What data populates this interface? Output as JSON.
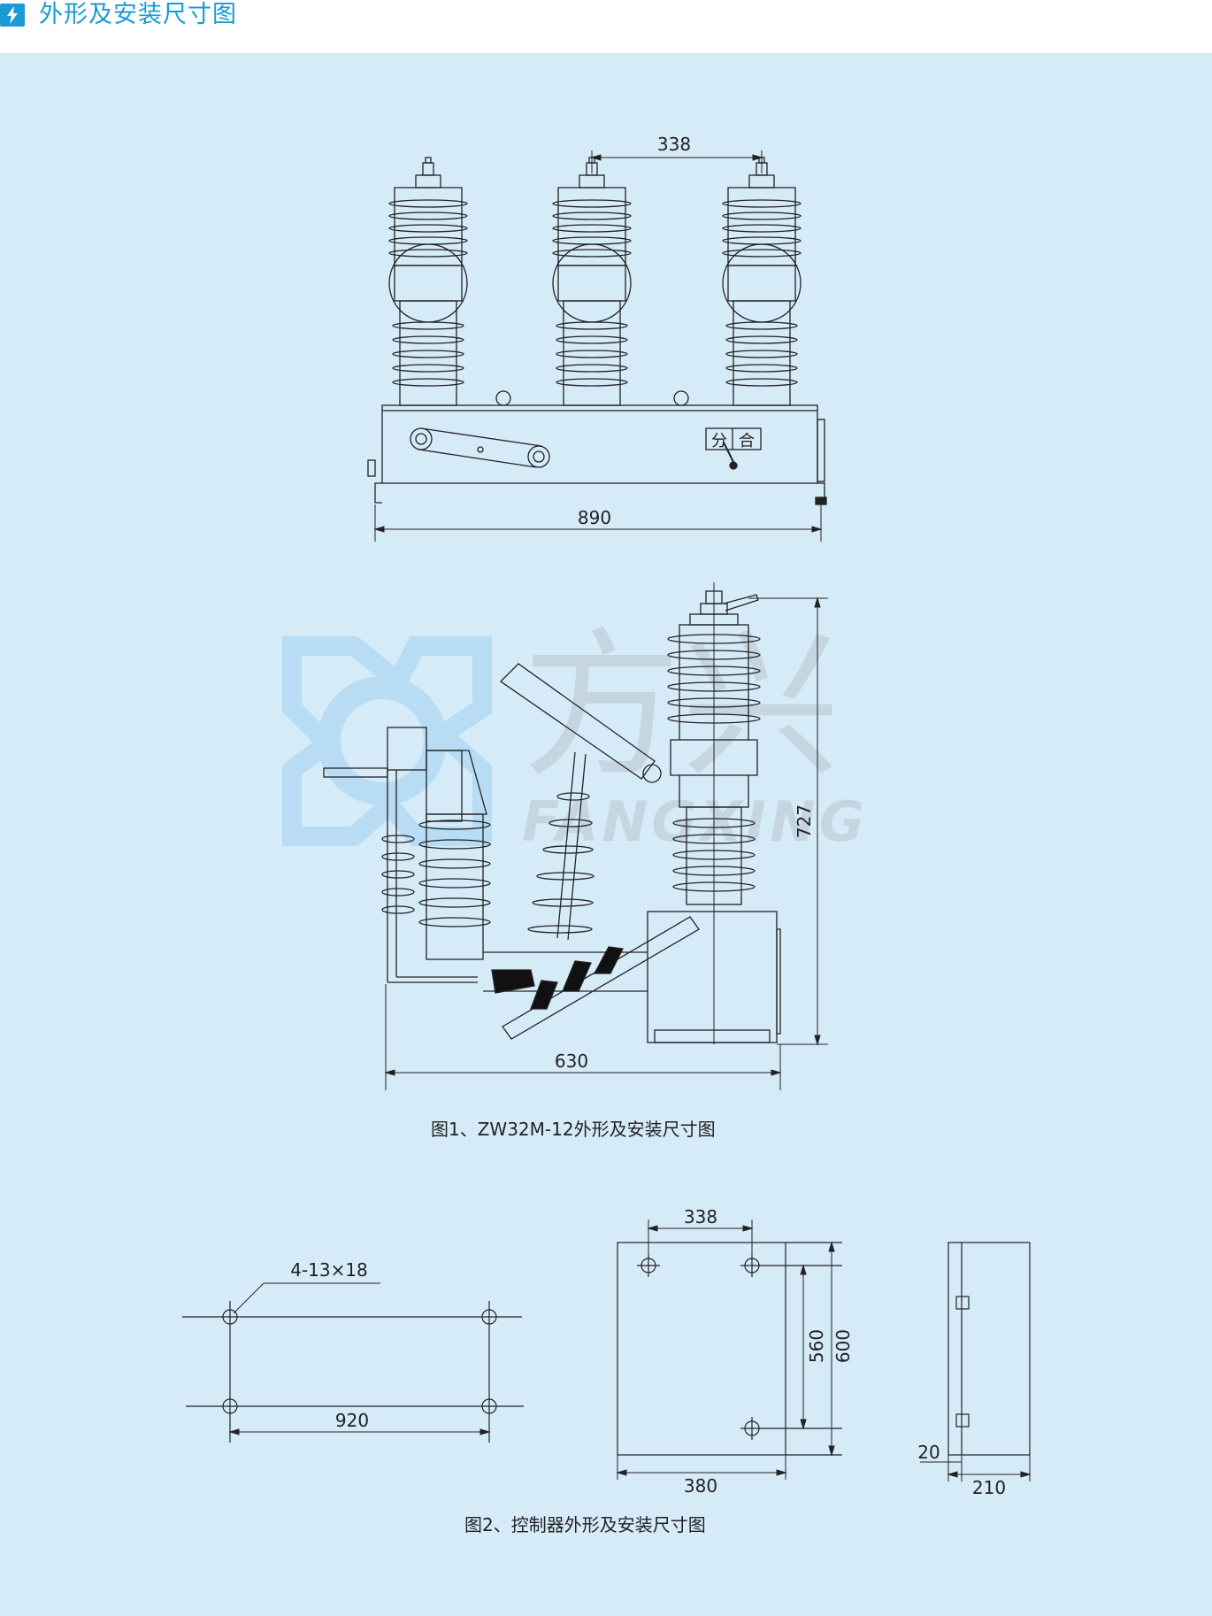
{
  "header": {
    "title": "外形及安装尺寸图",
    "icon": "lightning-icon",
    "accent_color": "#1a9ad6"
  },
  "panel": {
    "background": "#d6ebf8"
  },
  "watermark": {
    "brand_cn": "方兴",
    "brand_en": "FANGXING"
  },
  "figure1": {
    "caption": "图1、ZW32M-12外形及安装尺寸图",
    "front_view": {
      "dim_pole_spacing": "338",
      "dim_total_width": "890",
      "indicator_open": "分",
      "indicator_close": "合"
    },
    "side_view": {
      "dim_height": "727",
      "dim_depth": "630"
    }
  },
  "figure2": {
    "caption": "图2、控制器外形及安装尺寸图",
    "mounting_plan": {
      "holes_label": "4-13×18",
      "dim_width": "920"
    },
    "controller_front": {
      "dim_hole_spacing": "338",
      "dim_hole_vertical": "560",
      "dim_height": "600",
      "dim_width": "380"
    },
    "controller_side": {
      "dim_offset": "20",
      "dim_depth": "210"
    }
  }
}
